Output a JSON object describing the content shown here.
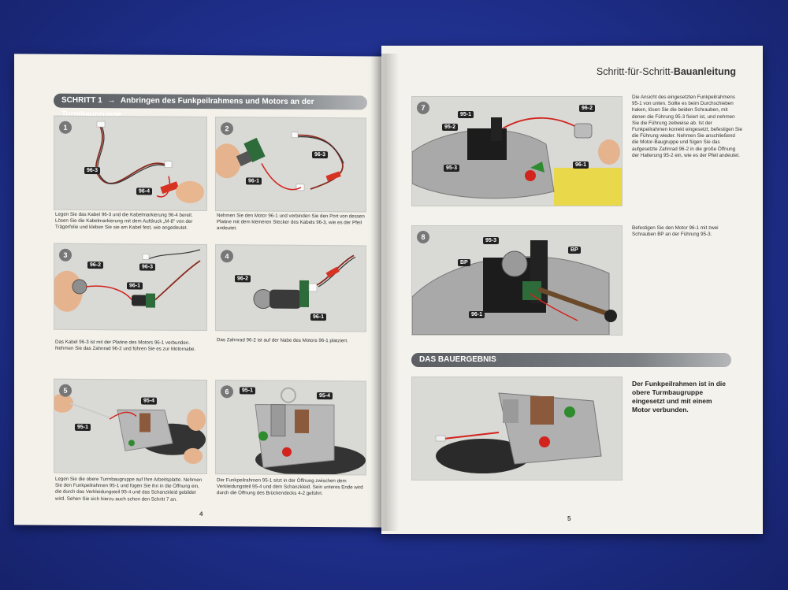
{
  "left_page": {
    "step_header": {
      "label": "SCHRITT 1",
      "arrow": "→",
      "title": "Anbringen des Funkpeilrahmens und Motors an der Turmbaugruppe"
    },
    "panels": [
      {
        "num": "1",
        "tags": [
          "96-3",
          "96-4"
        ],
        "caption": "Legen Sie das Kabel 96-3 und die Kabelmarkierung 96-4 bereit. Lösen Sie die Kabelmarkierung mit dem Aufdruck „M-8\" von der Trägerfolie und kleben Sie sie am Kabel fest, wie angedeutet."
      },
      {
        "num": "2",
        "tags": [
          "96-3",
          "96-1"
        ],
        "caption": "Nehmen Sie den Motor 96-1 und verbinden Sie den Port von dessen Platine mit dem kleineren Stecker des Kabels 96-3, wie es der Pfeil andeutet."
      },
      {
        "num": "3",
        "tags": [
          "96-2",
          "96-3",
          "96-1"
        ],
        "caption": "Das Kabel 96-3 ist mit der Platine des Motors 96-1 verbunden. Nehmen Sie das Zahnrad 96-2 und führen Sie es zur Motornabe."
      },
      {
        "num": "4",
        "tags": [
          "96-2",
          "96-1"
        ],
        "caption": "Das Zahnrad 96-2 ist auf der Nabe des Motors 96-1 platziert."
      },
      {
        "num": "5",
        "tags": [
          "95-4",
          "95-1"
        ],
        "caption": "Legen Sie die obere Turmbaugruppe auf Ihre Arbeitsplatte. Nehmen Sie den Funkpeilrahmen 95-1 und fügen Sie ihn in die Öffnung ein, die durch das Verkleidungsteil 95-4 und das Schanzkleid gebildet wird. Sehen Sie sich hierzu auch schon den Schritt 7 an."
      },
      {
        "num": "6",
        "tags": [
          "95-1",
          "95-4"
        ],
        "caption": "Der Funkpeilrahmen 95-1 sitzt in der Öffnung zwischen dem Verkleidungsteil 95-4 und dem Schanzkleid. Sein unteres Ende wird durch die Öffnung des Brückendecks 4-2 geführt."
      }
    ],
    "page_number": "4"
  },
  "right_page": {
    "title_light": "Schritt-für-Schritt-",
    "title_bold": "Bauanleitung",
    "panels": [
      {
        "num": "7",
        "tags": [
          "95-1",
          "95-2",
          "95-3",
          "96-2",
          "96-1"
        ],
        "text": "Die Ansicht des eingesetzten Funkpeilrahmens 95-1 von unten. Sollte es beim Durchschieben haken, lösen Sie die beiden Schrauben, mit denen die Führung 95-3 fixiert ist, und nehmen Sie die Führung zeitweise ab. Ist der Funkpeilrahmen korrekt eingesetzt, befestigen Sie die Führung wieder. Nehmen Sie anschließend die Motor-Baugruppe und fügen Sie das aufgesetzte Zahnrad 96-2 in die große Öffnung der Halterung 95-2 ein, wie es der Pfeil andeutet."
      },
      {
        "num": "8",
        "tags": [
          "95-3",
          "BP",
          "BP",
          "96-1"
        ],
        "text": "Befestigen Sie den Motor 96-1 mit zwei Schrauben BP an der Führung 95-3."
      }
    ],
    "result_header": "DAS BAUERGEBNIS",
    "result_text": "Der Funkpeilrahmen ist in die obere Turmbaugruppe eingesetzt und mit einem Motor verbunden.",
    "page_number": "5"
  },
  "colors": {
    "background": "#1f2f8c",
    "paper": "#f3f1ea",
    "header_bar": "#6a6e72",
    "arrow_red": "#d2231c"
  }
}
